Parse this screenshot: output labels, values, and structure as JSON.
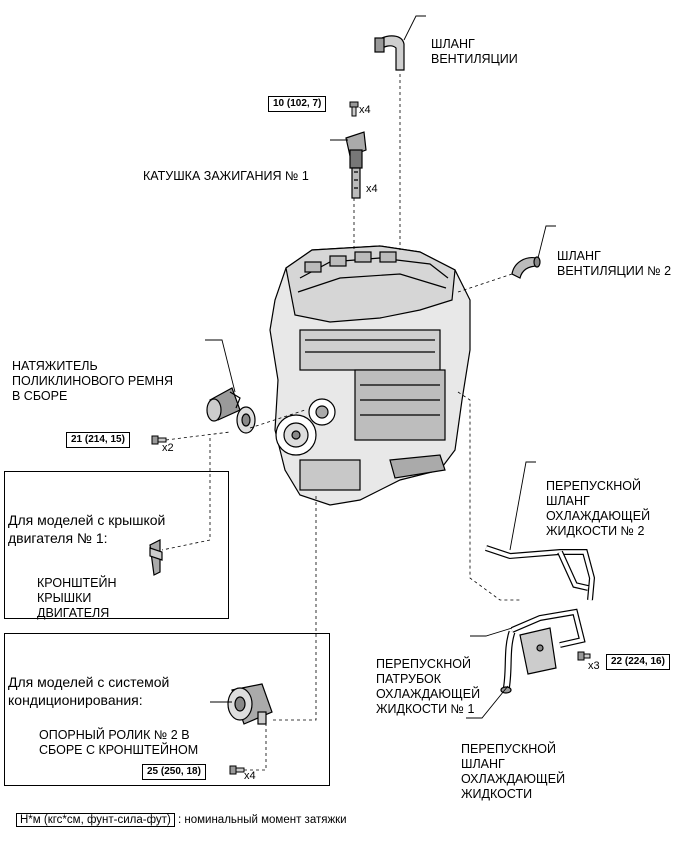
{
  "labels": {
    "vent_hose": [
      "ШЛАНГ",
      "ВЕНТИЛЯЦИИ"
    ],
    "ignition_coil": [
      "КАТУШКА ЗАЖИГАНИЯ № 1"
    ],
    "vent_hose_2": [
      "ШЛАНГ",
      "ВЕНТИЛЯЦИИ № 2"
    ],
    "tensioner": [
      "НАТЯЖИТЕЛЬ",
      "ПОЛИКЛИНОВОГО РЕМНЯ",
      "В СБОРЕ"
    ],
    "bypass_hose_2": [
      "ПЕРЕПУСКНОЙ",
      "ШЛАНГ",
      "ОХЛАЖДАЮЩЕЙ",
      "ЖИДКОСТИ № 2"
    ],
    "bracket": [
      "КРОНШТЕЙН",
      "КРЫШКИ",
      "ДВИГАТЕЛЯ"
    ],
    "bypass_pipe_1": [
      "ПЕРЕПУСКНОЙ",
      "ПАТРУБОК",
      "ОХЛАЖДАЮЩЕЙ",
      "ЖИДКОСТИ № 1"
    ],
    "idler": [
      "ОПОРНЫЙ РОЛИК № 2 В",
      "СБОРЕ С КРОНШТЕЙНОМ"
    ],
    "bypass_hose": [
      "ПЕРЕПУСКНОЙ",
      "ШЛАНГ",
      "ОХЛАЖДАЮЩЕЙ",
      "ЖИДКОСТИ"
    ]
  },
  "boxes": {
    "engine_cover": [
      "Для моделей с крышкой",
      "двигателя № 1:"
    ],
    "ac": [
      "Для моделей с системой",
      "кондиционирования:"
    ]
  },
  "torques": {
    "coil_bolt": "10 (102, 7)",
    "tensioner_bolt": "21 (214, 15)",
    "pipe_bolt": "22 (224, 16)",
    "idler_bolt": "25 (250, 18)"
  },
  "quantities": {
    "coil_bolt": "x4",
    "coil": "x4",
    "tensioner_bolt": "x2",
    "pipe_bolt": "x3",
    "idler_bolt": "x4"
  },
  "legend": {
    "unit": "Н*м (кгс*см, фунт-сила-фут)",
    "text": ": номинальный момент затяжки"
  }
}
